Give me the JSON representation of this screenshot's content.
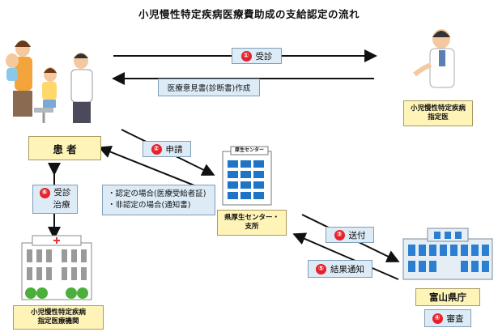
{
  "title": "小児慢性特定疾病医療費助成の支給認定の流れ",
  "steps": {
    "s1": {
      "num": "①",
      "label": "受診"
    },
    "consult_doc": "医療意見書(診断書)作成",
    "s2": {
      "num": "②",
      "label": "申請"
    },
    "result_lines": [
      "・認定の場合(医療受給者証)",
      "・非認定の場合(通知書)"
    ],
    "s3": {
      "num": "③",
      "label": "送付"
    },
    "s5": {
      "num": "⑤",
      "label": "結果通知"
    },
    "s6": {
      "num": "⑥",
      "label_1": "受診",
      "label_2": "治療"
    },
    "s4": {
      "num": "④",
      "label": "審査"
    }
  },
  "actors": {
    "patient": "患 者",
    "designated_doctor": [
      "小児慢性特定疾病",
      "指定医"
    ],
    "health_center": [
      "県厚生センター・",
      "支所"
    ],
    "building_sign": "厚生センター",
    "prefecture": "富山県庁",
    "medical_institution": [
      "小児慢性特定疾病",
      "指定医療機関"
    ]
  },
  "colors": {
    "number_badge": "#e8202a",
    "yellow_box": "#fff4b8",
    "blue_box": "#dcebf6",
    "arrow": "#111111"
  }
}
